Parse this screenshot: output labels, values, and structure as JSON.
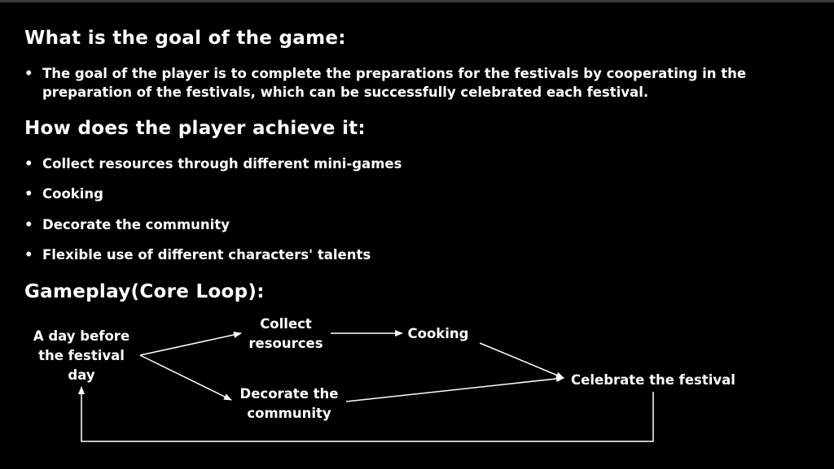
{
  "section1": {
    "heading": "What is the goal of the game:",
    "bullets": [
      "The goal of the player is to complete the preparations for the festivals by cooperating in the preparation of the festivals, which can be successfully celebrated each festival."
    ]
  },
  "section2": {
    "heading": "How does the player achieve it:",
    "bullets": [
      "Collect resources through different mini-games",
      "Cooking",
      "Decorate the community",
      "Flexible use of different characters' talents"
    ]
  },
  "section3": {
    "heading": "Gameplay(Core Loop):"
  },
  "diagram": {
    "nodes": {
      "start": "A day before the festival day",
      "collect": "Collect resources",
      "cooking": "Cooking",
      "decorate": "Decorate the community",
      "celebrate": "Celebrate the festival"
    },
    "edges": [
      {
        "from": "start",
        "to": "collect"
      },
      {
        "from": "start",
        "to": "decorate"
      },
      {
        "from": "collect",
        "to": "cooking"
      },
      {
        "from": "cooking",
        "to": "celebrate"
      },
      {
        "from": "decorate",
        "to": "celebrate"
      },
      {
        "from": "celebrate",
        "to": "start"
      }
    ]
  },
  "colors": {
    "background": "#000000",
    "text": "#ffffff",
    "line": "#ffffff"
  }
}
